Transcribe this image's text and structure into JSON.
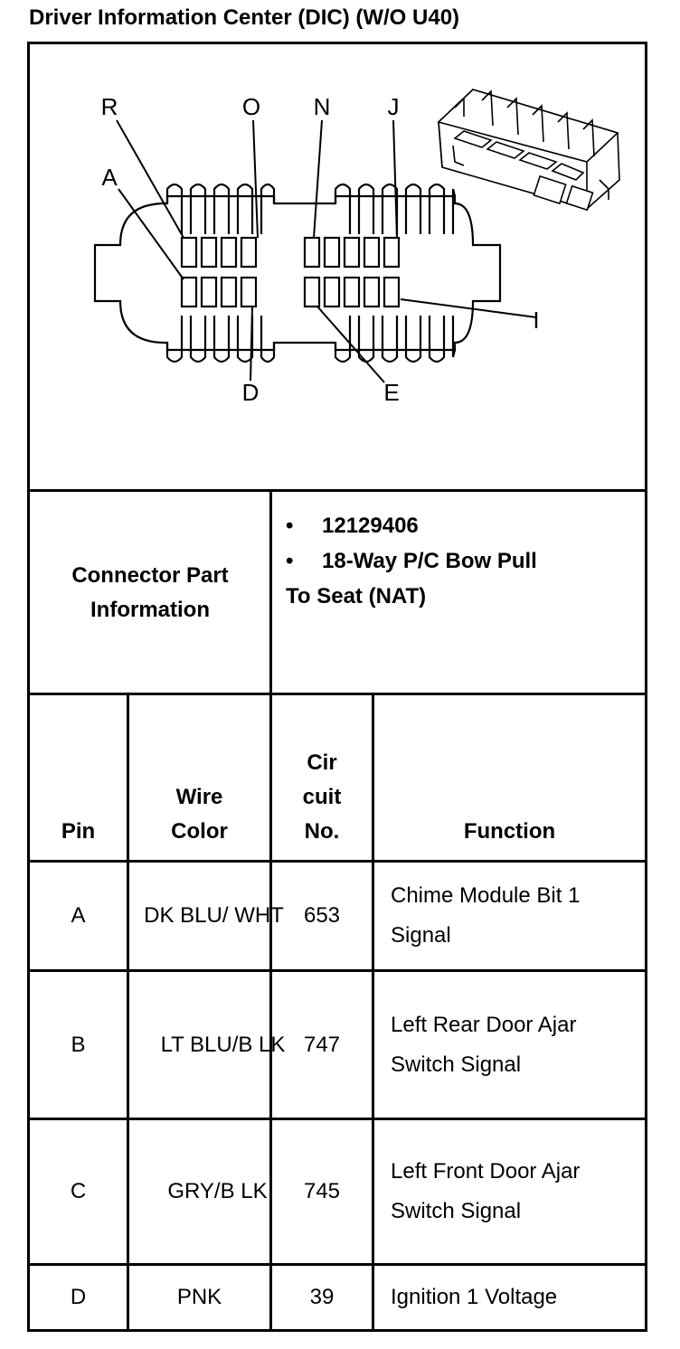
{
  "title": "Driver Information Center (DIC) (W/O U40)",
  "diagram": {
    "pin_labels": [
      "R",
      "O",
      "N",
      "J",
      "A",
      "I",
      "D",
      "E"
    ]
  },
  "connector_info": {
    "label": "Connector Part Information",
    "items": [
      "12129406",
      "18-Way P/C Bow Pull"
    ],
    "continuation": "To Seat (NAT)"
  },
  "table": {
    "headers": {
      "pin": "Pin",
      "wire_color": "Wire Color",
      "circuit": "Cir cuit No.",
      "function": "Function"
    },
    "rows": [
      {
        "pin": "A",
        "wire_color": "DK BLU/ WHT",
        "circuit": "653",
        "function": "Chime Module Bit 1 Signal"
      },
      {
        "pin": "B",
        "wire_color": "LT BLU/B LK",
        "circuit": "747",
        "function": "Left Rear Door Ajar Switch Signal"
      },
      {
        "pin": "C",
        "wire_color": "GRY/B LK",
        "circuit": "745",
        "function": "Left Front Door Ajar Switch Signal"
      },
      {
        "pin": "D",
        "wire_color": "PNK",
        "circuit": "39",
        "function": "Ignition 1 Voltage"
      }
    ]
  }
}
